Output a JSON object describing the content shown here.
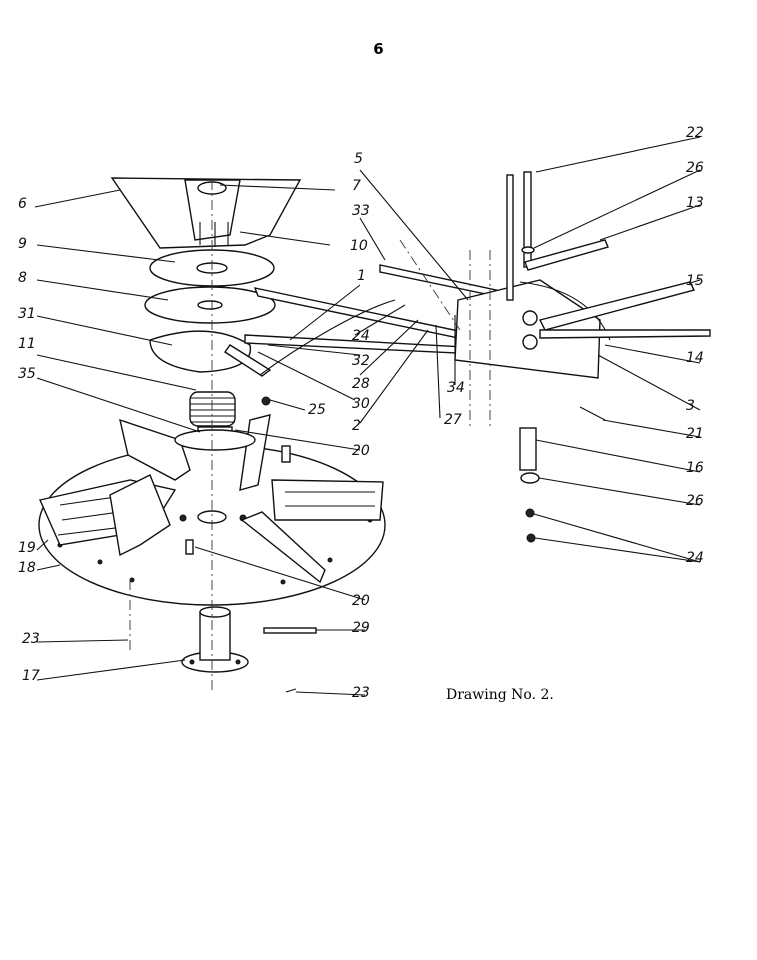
{
  "page": {
    "number": "6",
    "caption": "Drawing No. 2."
  },
  "labels": [
    {
      "id": "l22",
      "text": "22"
    },
    {
      "id": "l5",
      "text": "5"
    },
    {
      "id": "l26a",
      "text": "26"
    },
    {
      "id": "l6",
      "text": "6"
    },
    {
      "id": "l7",
      "text": "7"
    },
    {
      "id": "l13",
      "text": "13"
    },
    {
      "id": "l33",
      "text": "33"
    },
    {
      "id": "l9",
      "text": "9"
    },
    {
      "id": "l10",
      "text": "10"
    },
    {
      "id": "l15",
      "text": "15"
    },
    {
      "id": "l8",
      "text": "8"
    },
    {
      "id": "l1",
      "text": "1"
    },
    {
      "id": "l31",
      "text": "31"
    },
    {
      "id": "l24a",
      "text": "24"
    },
    {
      "id": "l11",
      "text": "11"
    },
    {
      "id": "l32",
      "text": "32"
    },
    {
      "id": "l14",
      "text": "14"
    },
    {
      "id": "l35",
      "text": "35"
    },
    {
      "id": "l28",
      "text": "28"
    },
    {
      "id": "l34",
      "text": "34"
    },
    {
      "id": "l30",
      "text": "30"
    },
    {
      "id": "l3",
      "text": "3"
    },
    {
      "id": "l25",
      "text": "25"
    },
    {
      "id": "l2",
      "text": "2"
    },
    {
      "id": "l27",
      "text": "27"
    },
    {
      "id": "l21",
      "text": "21"
    },
    {
      "id": "l20a",
      "text": "20"
    },
    {
      "id": "l16",
      "text": "16"
    },
    {
      "id": "l26b",
      "text": "26"
    },
    {
      "id": "l19",
      "text": "19"
    },
    {
      "id": "l18",
      "text": "18"
    },
    {
      "id": "l24b",
      "text": "24"
    },
    {
      "id": "l20b",
      "text": "20"
    },
    {
      "id": "l29",
      "text": "29"
    },
    {
      "id": "l23a",
      "text": "23"
    },
    {
      "id": "l17",
      "text": "17"
    },
    {
      "id": "l23b",
      "text": "23"
    }
  ]
}
